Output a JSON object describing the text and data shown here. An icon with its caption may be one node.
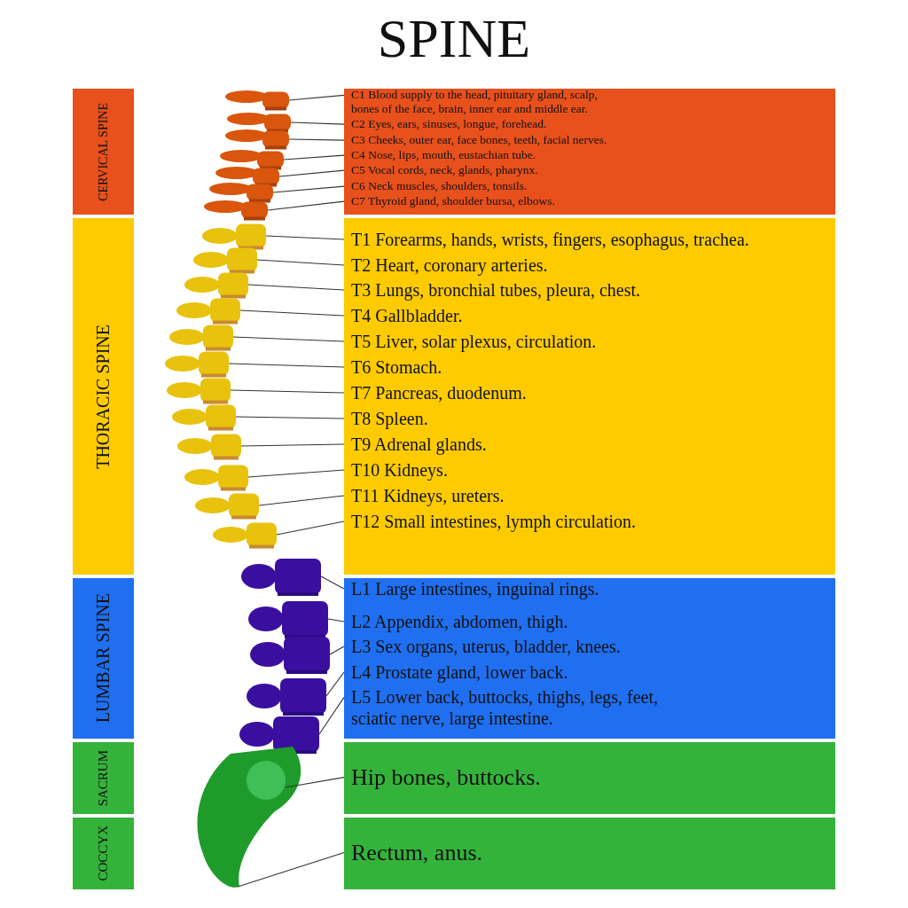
{
  "diagram": {
    "title": "SPINE",
    "nodes": [
      {
        "text": [
          "CERVICAL SPINE"
        ]
      },
      {
        "text": [],
        "shape": "box"
      },
      {
        "text": [
          "C1 Blood supply to the head, pituitary gland, scalp, bones of the face, brain, inner ear and middle ear."
        ],
        "in": 1
      },
      {
        "text": [
          "C2 Eyes, ears, sinuses, longue, forehead."
        ],
        "in": 1
      },
      {
        "text": [
          "C3 Cheeks, outer ear, face bones, teeth, facial nerves."
        ],
        "in": 1
      },
      {
        "text": [
          "C4 Nose, lips, mouth, eustachian tube."
        ],
        "in": 1
      },
      {
        "text": [
          "C5 Vocal cords, neck, glands, pharynx."
        ],
        "in": 1
      },
      {
        "text": [
          "C6 Neck muscles, shoulders, tonsils."
        ],
        "in": 1
      },
      {
        "text": [
          "C7 Thyroid gland, shoulder bursa, elbows."
        ],
        "in": 1
      },
      {
        "text": [
          "THORACIC SPINE"
        ]
      },
      {
        "text": [],
        "shape": "box"
      },
      {
        "text": [
          "T1 Forearms, hands, wrists, fingers, esophagus, trachea."
        ],
        "in": 10
      },
      {
        "text": [
          "T2 Heart, coronary arteries."
        ],
        "in": 10
      },
      {
        "text": [
          "T3 Lungs, bronchial tubes, pleura, chest."
        ],
        "in": 10
      },
      {
        "text": [
          "T4 Gallbladder."
        ],
        "in": 10
      },
      {
        "text": [
          "T5 Liver, solar plexus, circulation."
        ],
        "in": 10
      },
      {
        "text": [
          "T6 Stomach."
        ],
        "in": 10
      },
      {
        "text": [
          "T7 Pancreas, duodenum."
        ],
        "in": 10
      },
      {
        "text": [
          "T8 Spleen."
        ],
        "in": 10
      },
      {
        "text": [
          "T9 Adrenal glands."
        ],
        "in": 10
      },
      {
        "text": [
          "T10 Kidneys."
        ],
        "in": 10
      },
      {
        "text": [
          "T11 Kidneys, ureters."
        ],
        "in": 10
      },
      {
        "text": [
          "T12 Small intestines, lymph circulation."
        ],
        "in": 10
      },
      {
        "text": [
          "LUMBAR SPINE"
        ]
      },
      {
        "text": [],
        "shape": "box"
      },
      {
        "text": [
          "L1 Large intestines, inguinal rings."
        ],
        "in": 24
      },
      {
        "text": [
          "L2 Appendix, abdomen, thigh."
        ],
        "in": 24
      },
      {
        "text": [
          "L3 Sex organs, uterus, bladder, knees."
        ],
        "in": 24
      },
      {
        "text": [
          "L4 Prostate gland, lower back."
        ],
        "in": 24
      },
      {
        "text": [
          "L5 Lower back, buttocks, thighs, legs, feet, sciatic nerve, large intestine."
        ],
        "in": 24
      },
      {
        "text": [
          "SACRUM"
        ]
      },
      {
        "text": [],
        "shape": "box"
      },
      {
        "text": [
          "Hip bones, buttocks."
        ],
        "in": 31
      },
      {
        "text": [
          "COCCYX"
        ]
      },
      {
        "text": [],
        "shape": "box"
      },
      {
        "text": [
          "Rectum, anus."
        ],
        "in": 34
      }
    ],
    "edges": [
      {
        "from": 2,
        "to": null,
        "arrow": "none"
      },
      {
        "from": 3,
        "to": null,
        "arrow": "none"
      },
      {
        "from": 4,
        "to": null,
        "arrow": "none"
      },
      {
        "from": 5,
        "to": null,
        "arrow": "none"
      },
      {
        "from": 6,
        "to": null,
        "arrow": "none"
      },
      {
        "from": 7,
        "to": null,
        "arrow": "none"
      },
      {
        "from": 8,
        "to": null,
        "arrow": "none"
      },
      {
        "from": 11,
        "to": null,
        "arrow": "none"
      },
      {
        "from": 12,
        "to": null,
        "arrow": "none"
      },
      {
        "from": 13,
        "to": null,
        "arrow": "none"
      },
      {
        "from": 14,
        "to": null,
        "arrow": "none"
      },
      {
        "from": 15,
        "to": null,
        "arrow": "none"
      },
      {
        "from": 16,
        "to": null,
        "arrow": "none"
      },
      {
        "from": 17,
        "to": null,
        "arrow": "none"
      },
      {
        "from": 18,
        "to": null,
        "arrow": "none"
      },
      {
        "from": 19,
        "to": null,
        "arrow": "none"
      },
      {
        "from": 20,
        "to": null,
        "arrow": "none"
      },
      {
        "from": 21,
        "to": null,
        "arrow": "none"
      },
      {
        "from": 22,
        "to": null,
        "arrow": "none"
      },
      {
        "from": 25,
        "to": null,
        "arrow": "none"
      },
      {
        "from": 26,
        "to": null,
        "arrow": "none"
      },
      {
        "from": 27,
        "to": null,
        "arrow": "none"
      },
      {
        "from": 28,
        "to": null,
        "arrow": "none"
      },
      {
        "from": 29,
        "to": null,
        "arrow": "none"
      },
      {
        "from": 32,
        "to": null,
        "arrow": "none"
      },
      {
        "from": 35,
        "to": null,
        "arrow": "none"
      }
    ]
  }
}
